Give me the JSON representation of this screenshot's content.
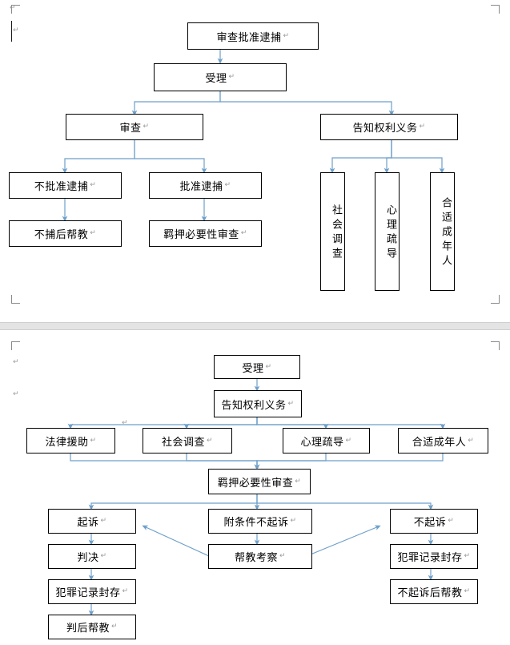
{
  "document": {
    "type": "word-document-flowchart",
    "page_count": 2,
    "connector_color": "#6E9FC9",
    "box_border_color": "#000000",
    "text_color": "#000000",
    "page_gap_color": "#E4E4E4"
  },
  "page1": {
    "title_node": "审查批准逮捕",
    "nodes": [
      {
        "id": "p1_n1",
        "label": "审查批准逮捕"
      },
      {
        "id": "p1_n2",
        "label": "受理"
      },
      {
        "id": "p1_n3",
        "label": "审查"
      },
      {
        "id": "p1_n4",
        "label": "告知权利义务"
      },
      {
        "id": "p1_n5",
        "label": "不批准逮捕"
      },
      {
        "id": "p1_n6",
        "label": "批准逮捕"
      },
      {
        "id": "p1_n7",
        "label": "不捕后帮教"
      },
      {
        "id": "p1_n8",
        "label": "羁押必要性审查"
      },
      {
        "id": "p1_n9",
        "label": "社会调查"
      },
      {
        "id": "p1_n10",
        "label": "心理疏导"
      },
      {
        "id": "p1_n11",
        "label": "合适成年人"
      }
    ],
    "edges": [
      {
        "from": "p1_n1",
        "to": "p1_n2"
      },
      {
        "from": "p1_n2",
        "to": "p1_n3"
      },
      {
        "from": "p1_n2",
        "to": "p1_n4"
      },
      {
        "from": "p1_n3",
        "to": "p1_n5"
      },
      {
        "from": "p1_n3",
        "to": "p1_n6"
      },
      {
        "from": "p1_n5",
        "to": "p1_n7"
      },
      {
        "from": "p1_n6",
        "to": "p1_n8"
      },
      {
        "from": "p1_n4",
        "to": "p1_n9"
      },
      {
        "from": "p1_n4",
        "to": "p1_n10"
      },
      {
        "from": "p1_n4",
        "to": "p1_n11"
      }
    ]
  },
  "page2": {
    "nodes": [
      {
        "id": "p2_n1",
        "label": "受理"
      },
      {
        "id": "p2_n2",
        "label": "告知权利义务"
      },
      {
        "id": "p2_n3",
        "label": "法律援助"
      },
      {
        "id": "p2_n4",
        "label": "社会调查"
      },
      {
        "id": "p2_n5",
        "label": "心理疏导"
      },
      {
        "id": "p2_n6",
        "label": "合适成年人"
      },
      {
        "id": "p2_n7",
        "label": "羁押必要性审查"
      },
      {
        "id": "p2_n8",
        "label": "起诉"
      },
      {
        "id": "p2_n9",
        "label": "附条件不起诉"
      },
      {
        "id": "p2_n10",
        "label": "不起诉"
      },
      {
        "id": "p2_n11",
        "label": "判决"
      },
      {
        "id": "p2_n12",
        "label": "帮教考察"
      },
      {
        "id": "p2_n13",
        "label": "犯罪记录封存"
      },
      {
        "id": "p2_n14",
        "label": "犯罪记录封存"
      },
      {
        "id": "p2_n15",
        "label": "判后帮教"
      },
      {
        "id": "p2_n16",
        "label": "不起诉后帮教"
      }
    ],
    "edges": [
      {
        "from": "p2_n1",
        "to": "p2_n2"
      },
      {
        "from": "p2_n2",
        "to": "p2_n3"
      },
      {
        "from": "p2_n2",
        "to": "p2_n4"
      },
      {
        "from": "p2_n2",
        "to": "p2_n5"
      },
      {
        "from": "p2_n2",
        "to": "p2_n6"
      },
      {
        "from": "p2_n3",
        "to": "p2_n7"
      },
      {
        "from": "p2_n4",
        "to": "p2_n7"
      },
      {
        "from": "p2_n5",
        "to": "p2_n7"
      },
      {
        "from": "p2_n6",
        "to": "p2_n7"
      },
      {
        "from": "p2_n7",
        "to": "p2_n8"
      },
      {
        "from": "p2_n7",
        "to": "p2_n9"
      },
      {
        "from": "p2_n7",
        "to": "p2_n10"
      },
      {
        "from": "p2_n8",
        "to": "p2_n11"
      },
      {
        "from": "p2_n9",
        "to": "p2_n12"
      },
      {
        "from": "p2_n10",
        "to": "p2_n14"
      },
      {
        "from": "p2_n11",
        "to": "p2_n13"
      },
      {
        "from": "p2_n13",
        "to": "p2_n15"
      },
      {
        "from": "p2_n14",
        "to": "p2_n16"
      },
      {
        "from": "p2_n12",
        "to": "p2_n8"
      },
      {
        "from": "p2_n12",
        "to": "p2_n10"
      }
    ]
  },
  "marks": {
    "pilcrow": "↵"
  }
}
